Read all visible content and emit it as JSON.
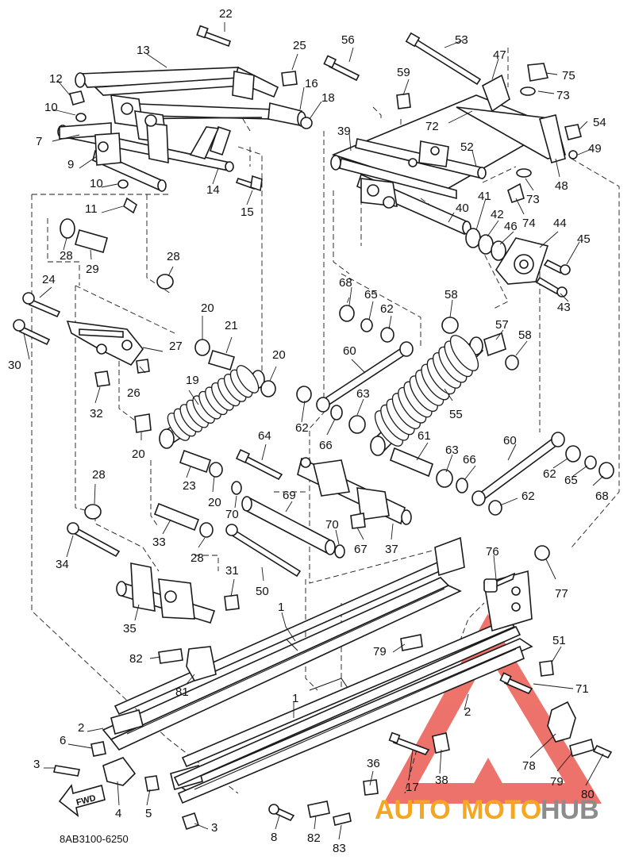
{
  "diagram": {
    "code": "8AB3100-6250",
    "fwd_label": "FWD",
    "watermark": {
      "word1": "AUTO",
      "word2": "MOTO",
      "word3": "HUB",
      "color1": "#f5a623",
      "color2": "#f5a623",
      "color3": "#8c8c8c",
      "triangle_color": "#e8443a"
    },
    "labels": [
      "1",
      "1",
      "2",
      "2",
      "3",
      "3",
      "4",
      "5",
      "6",
      "7",
      "8",
      "9",
      "10",
      "10",
      "11",
      "12",
      "13",
      "14",
      "15",
      "16",
      "17",
      "18",
      "19",
      "20",
      "20",
      "20",
      "20",
      "21",
      "22",
      "23",
      "24",
      "25",
      "26",
      "27",
      "28",
      "28",
      "28",
      "28",
      "29",
      "30",
      "31",
      "32",
      "33",
      "34",
      "35",
      "36",
      "37",
      "38",
      "39",
      "40",
      "41",
      "42",
      "43",
      "44",
      "45",
      "46",
      "47",
      "48",
      "49",
      "50",
      "51",
      "52",
      "53",
      "54",
      "55",
      "56",
      "57",
      "58",
      "58",
      "59",
      "60",
      "60",
      "61",
      "62",
      "62",
      "62",
      "62",
      "63",
      "63",
      "64",
      "65",
      "65",
      "66",
      "66",
      "67",
      "68",
      "68",
      "69",
      "70",
      "70",
      "71",
      "72",
      "73",
      "73",
      "74",
      "75",
      "76",
      "77",
      "78",
      "79",
      "79",
      "80",
      "81",
      "82",
      "82",
      "83"
    ]
  }
}
